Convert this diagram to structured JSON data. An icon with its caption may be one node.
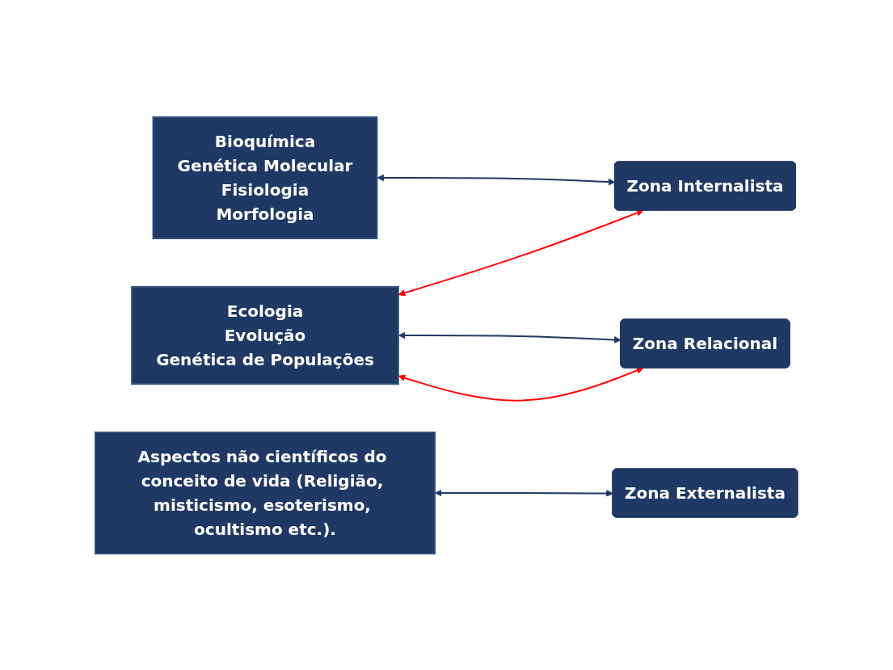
{
  "diagram": {
    "nodes": [
      {
        "text": [
          "Bioquímica",
          "Genética Molecular",
          "Fisiologia",
          "Morfologia"
        ]
      },
      {
        "text": [
          "Zona Relacional"
        ]
      },
      {
        "text": [
          "Ecologia",
          "Evolução",
          "Genética de Populações"
        ]
      },
      {
        "text": [
          "Zona Internalista"
        ]
      },
      {
        "text": [
          "Aspectos não científicos do conceito de vida (Religião, misticismo, esoterismo, ocultismo etc.)."
        ]
      },
      {
        "text": [
          "Zona Externalista"
        ]
      }
    ],
    "edges": [
      {
        "from": 0,
        "to": 3,
        "arrow": "both"
      },
      {
        "from": 2,
        "to": 1,
        "arrow": "both"
      },
      {
        "from": 2,
        "to": 1,
        "arrow": "both",
        "color": "#ff0000"
      },
      {
        "from": 2,
        "to": 3,
        "arrow": "both",
        "color": "#ff0000"
      },
      {
        "from": 4,
        "to": 5,
        "arrow": "both"
      }
    ]
  }
}
